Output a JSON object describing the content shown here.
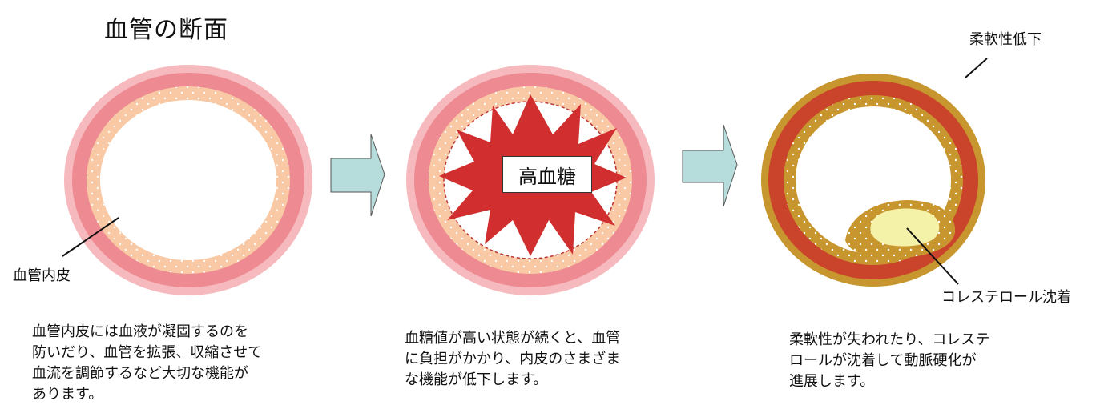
{
  "title": "血管の断面",
  "center_label": "高血糖",
  "labels": {
    "endothelium": "血管内皮",
    "flexibility": "柔軟性低下",
    "cholesterol": "コレステロール沈着"
  },
  "captions": [
    "血管内皮には血液が凝固するのを\n防いだり、血管を拡張、収縮させて\n血流を調節するなど大切な機能が\nあります。",
    "血糖値が高い状態が続くと、血管\nに負担がかかり、内皮のさまざま\nな機能が低下します。",
    "柔軟性が失われたり、コレステ\nロールが沈着して動脈硬化が\n進展します。"
  ],
  "colors": {
    "outer_pink": "#f6b9bd",
    "mid_pink": "#ee8a92",
    "endothelium_peach": "#f8c9a4",
    "burst_red": "#d12f2f",
    "hardened_gold": "#c8962e",
    "hardened_red": "#c9442a",
    "plaque_yellow": "#f4f1a8",
    "arrow_fill": "#b7dcdc"
  }
}
